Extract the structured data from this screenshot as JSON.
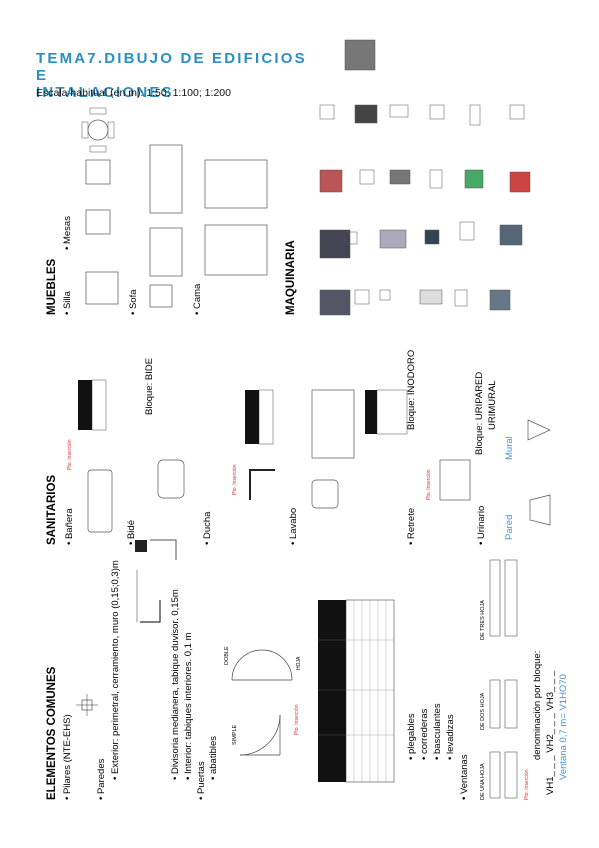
{
  "header": {
    "title_line1": "TEMA7.DIBUJO   DE   EDIFICIOS   E",
    "title_line2": "INTALACIONES",
    "scale": "Escala habitual (en m):  1:50; 1:100; 1:200"
  },
  "elementos_comunes": {
    "heading": "ELEMENTOS COMUNES",
    "items": [
      "•  Pilares (NTE-EHS)",
      "•  Paredes",
      "•  Exterior: perimetral, cerramiento, muro (0,15;0,3)m",
      "•  Divisoria medianera, tabique duvisor. 0,15m",
      "•  Interior: tabiques interiores. 0,1 m",
      "•  Puertas",
      "•  abatibles",
      "•  plegables",
      "•  correderas",
      "•  basculantes",
      "•  levadizas",
      "•  Ventanas"
    ],
    "door_labels": {
      "simple": "SIMPLE",
      "doble": "DOBLE",
      "hoja": "HOJA"
    },
    "window_labels": {
      "una": "DE UNA HOJA",
      "dos": "DE DOS HOJA",
      "tres": "DE TRES HOJA"
    },
    "denominacion": "denominación por bloque:",
    "vh": "VH1_ _ _      VH2_ _ _      VH3_ _ _",
    "ventana_example": "Ventana 0,7 m= V1HO70",
    "pto_insercion": "Pto. Inserción"
  },
  "sanitarios": {
    "heading": "SANITARIOS",
    "items": [
      "•  Bañera",
      "•  Bidé",
      "•  Ducha",
      "•  Lavabo",
      "•  Retrete",
      "•  Urinario"
    ],
    "bloque_bide": "Bloque: BIDE",
    "bloque_inodoro": "Bloque: INODORO",
    "bloque_uripared": "Bloque: URIPARED",
    "bloque_urimural": "URIMURAL",
    "label_mural": "Mural",
    "label_pared": "Pared",
    "pto_insercion": "Pto. Inserción"
  },
  "muebles": {
    "heading": "MUEBLES",
    "items": [
      "•  Silla",
      "•  Mesas",
      "•  Sofa",
      "•  Cama"
    ]
  },
  "maquinaria": {
    "heading": "MAQUINARIA"
  },
  "colors": {
    "title": "#2a8fc0",
    "insertion": "#e03030",
    "link_blue": "#4a90d9"
  }
}
